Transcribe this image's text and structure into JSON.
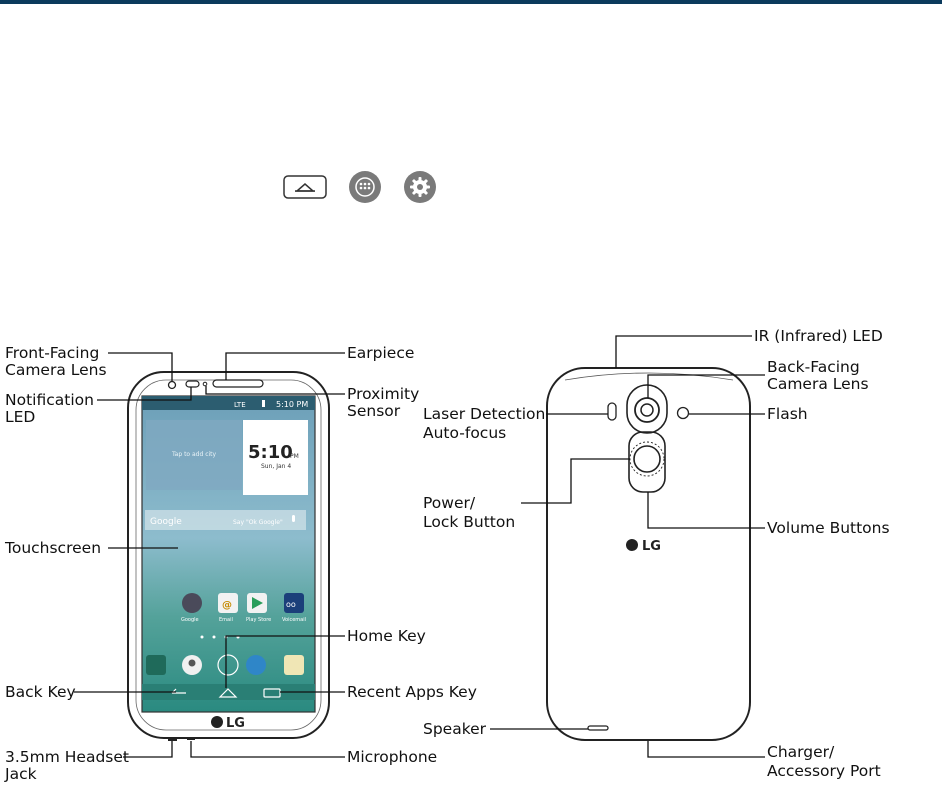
{
  "colors": {
    "header_bar": "#0b3a5c",
    "screen_sky": "#7fb0c4",
    "screen_ground": "#2f8d86",
    "line": "#111111"
  },
  "icons": [
    "home-key-icon",
    "apps-icon",
    "settings-gear-icon"
  ],
  "front": {
    "brand": "LG",
    "status": {
      "network": "LTE",
      "time": "5:10 PM"
    },
    "widget": {
      "tap_text": "Tap to add city",
      "clock": "5:10",
      "ampm": "PM",
      "date": "Sun, Jan 4"
    },
    "search": {
      "google": "Google",
      "hint": "Say \"Ok Google\""
    },
    "apps": [
      "Google",
      "Email",
      "Play Store",
      "Voicemail"
    ],
    "labels": {
      "front_camera_1": "Front-Facing",
      "front_camera_2": "Camera Lens",
      "notification_1": "Notification",
      "notification_2": "LED",
      "touchscreen": "Touchscreen",
      "back_key": "Back Key",
      "headset_1": "3.5mm Headset",
      "headset_2": "Jack",
      "earpiece": "Earpiece",
      "proximity_1": "Proximity",
      "proximity_2": "Sensor",
      "home_key": "Home Key",
      "recent_apps": "Recent Apps Key",
      "microphone": "Microphone"
    }
  },
  "back": {
    "brand": "LG",
    "labels": {
      "ir_led": "IR (Infrared) LED",
      "back_camera_1": "Back-Facing",
      "back_camera_2": "Camera Lens",
      "laser_1": "Laser Detection",
      "laser_2": "Auto-focus",
      "flash": "Flash",
      "power_1": "Power/",
      "power_2": "Lock Button",
      "volume": "Volume Buttons",
      "speaker": "Speaker",
      "charger_1": "Charger/",
      "charger_2": "Accessory Port"
    }
  }
}
